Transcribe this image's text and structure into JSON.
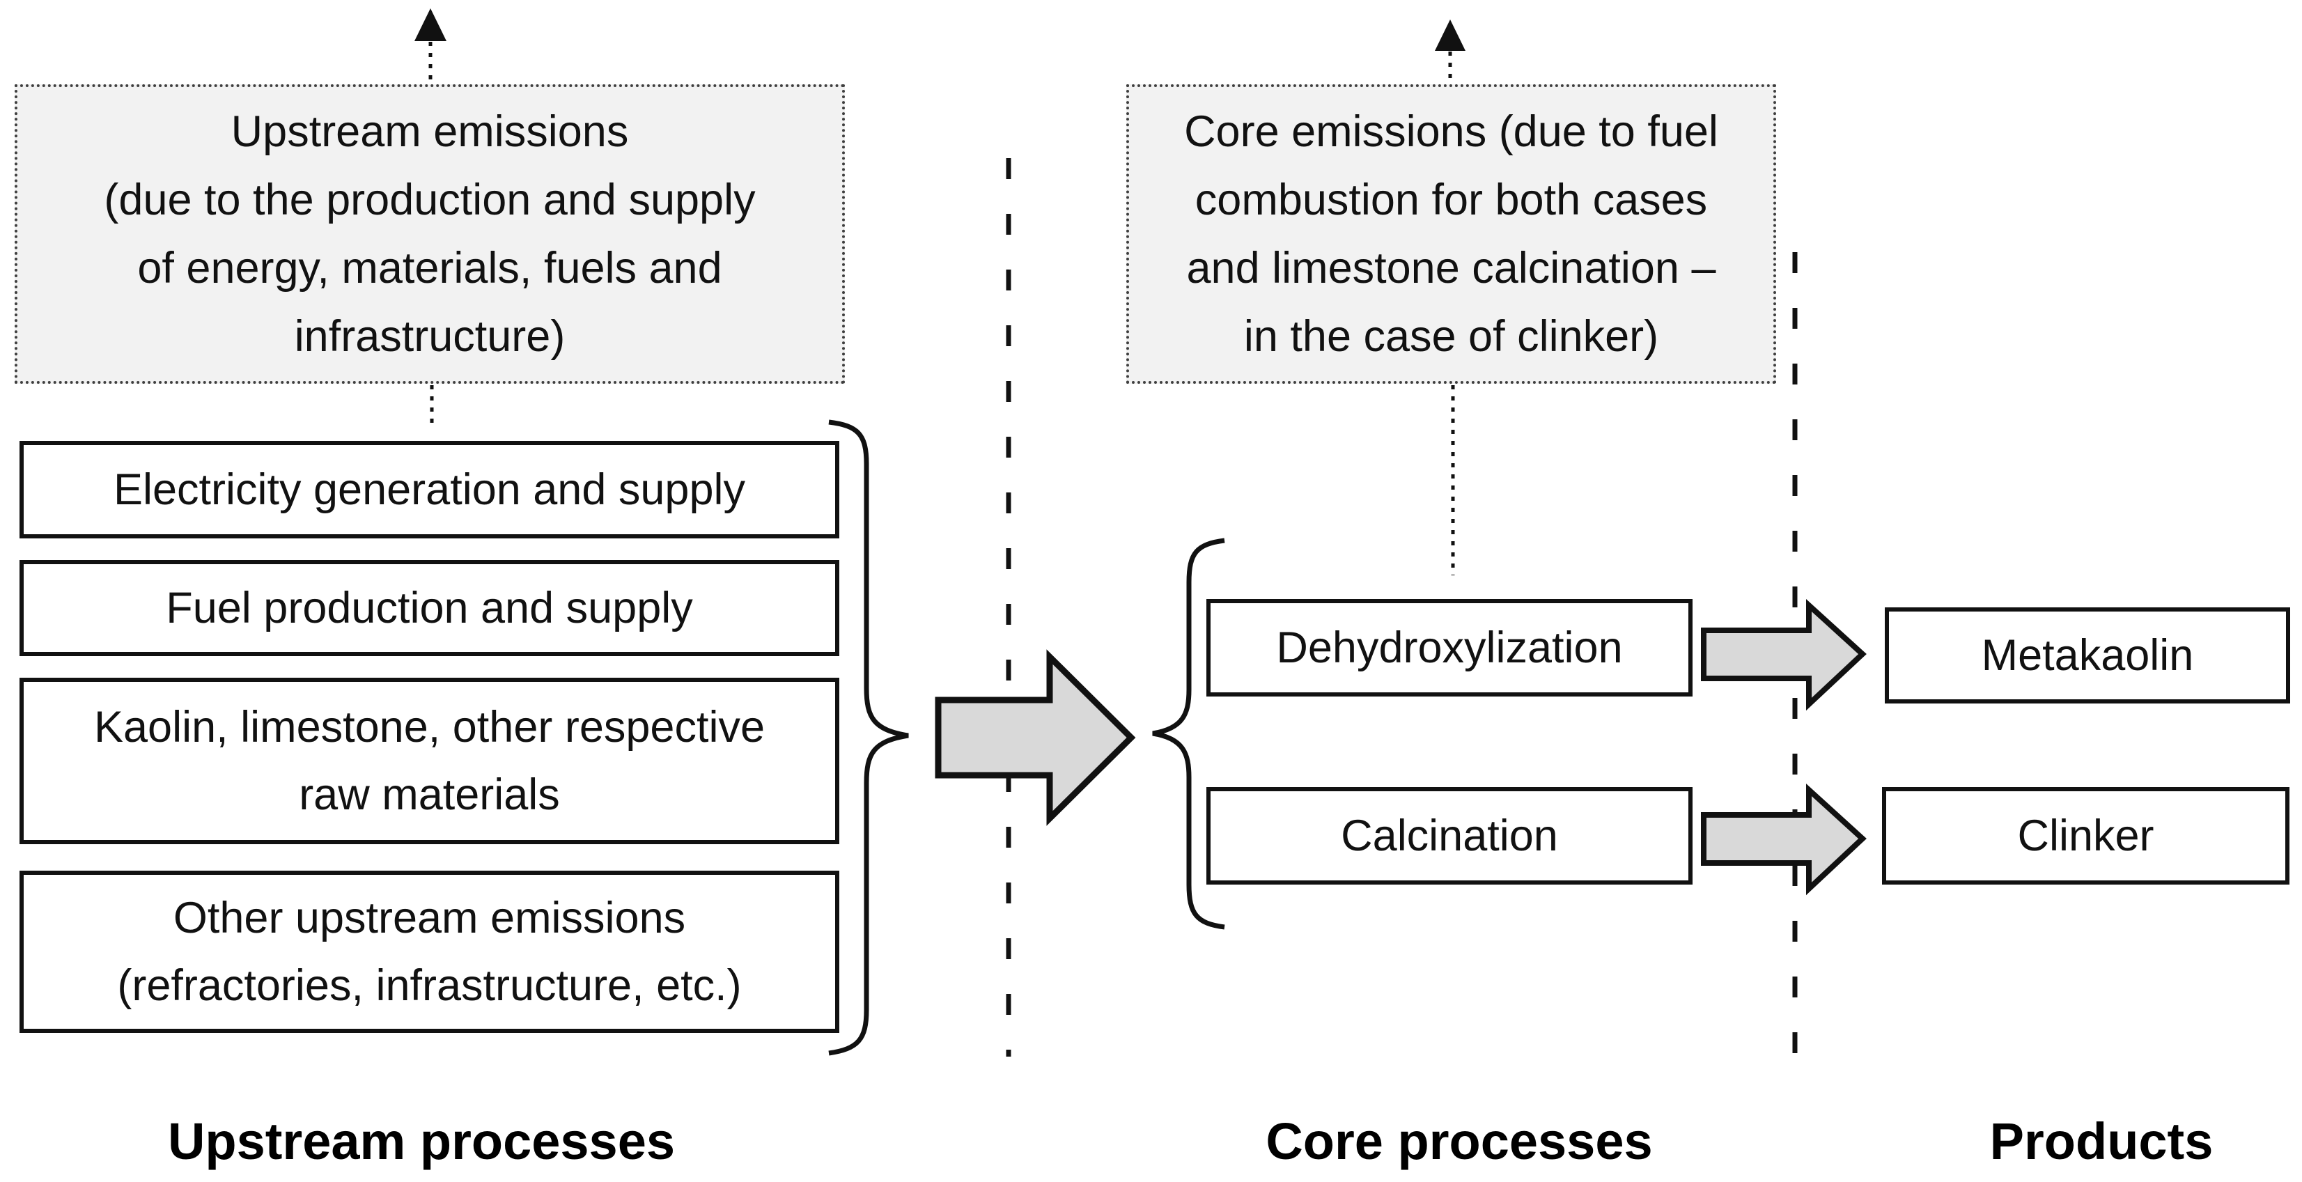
{
  "diagram": {
    "title_hint": "Production system boundaries for metakaolin and clinker",
    "colors": {
      "background": "#ffffff",
      "note_fill": "#f2f2f2",
      "arrow_fill": "#d9d9d9",
      "line": "#111111"
    },
    "upstream": {
      "emissions_note": {
        "lines": [
          "Upstream emissions",
          "(due to the production and supply",
          "of energy, materials, fuels and",
          "infrastructure)"
        ]
      },
      "process_boxes": [
        {
          "lines": [
            "Electricity generation and supply",
            ""
          ]
        },
        {
          "lines": [
            "Fuel production and supply",
            ""
          ]
        },
        {
          "lines": [
            "Kaolin, limestone, other respective",
            "raw materials"
          ]
        },
        {
          "lines": [
            "Other upstream emissions",
            "(refractories, infrastructure, etc.)"
          ]
        }
      ],
      "footer_label": "Upstream processes"
    },
    "core": {
      "emissions_note": {
        "lines": [
          "Core emissions (due to fuel",
          "combustion for both cases",
          "and limestone calcination –",
          "in the case of clinker)"
        ]
      },
      "process_boxes": [
        {
          "label": "Dehydroxylization"
        },
        {
          "label": "Calcination"
        }
      ],
      "footer_label": "Core processes"
    },
    "products": {
      "boxes": [
        {
          "label": "Metakaolin"
        },
        {
          "label": "Clinker"
        }
      ],
      "footer_label": "Products"
    }
  }
}
